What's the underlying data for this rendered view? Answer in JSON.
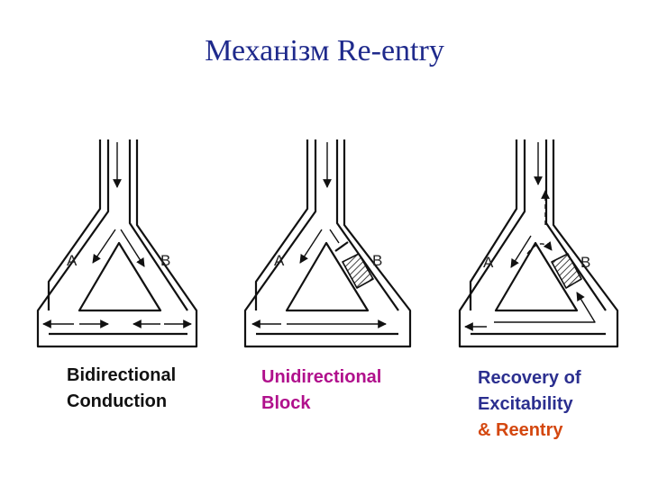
{
  "title": "Механізм  Re-entry",
  "panels": [
    {
      "label_a": "A",
      "label_b": "B",
      "caption": [
        "Bidirectional",
        "Conduction"
      ],
      "caption_color": "#111111"
    },
    {
      "label_a": "A",
      "label_b": "B",
      "caption": [
        "Unidirectional",
        "Block"
      ],
      "caption_color": "#b0108c"
    },
    {
      "label_a": "A",
      "label_b": "B",
      "caption": [
        "Recovery of",
        "Excitability",
        "& Reentry"
      ],
      "caption_colors": [
        "#2b2f8f",
        "#2b2f8f",
        "#d4470f"
      ]
    }
  ]
}
